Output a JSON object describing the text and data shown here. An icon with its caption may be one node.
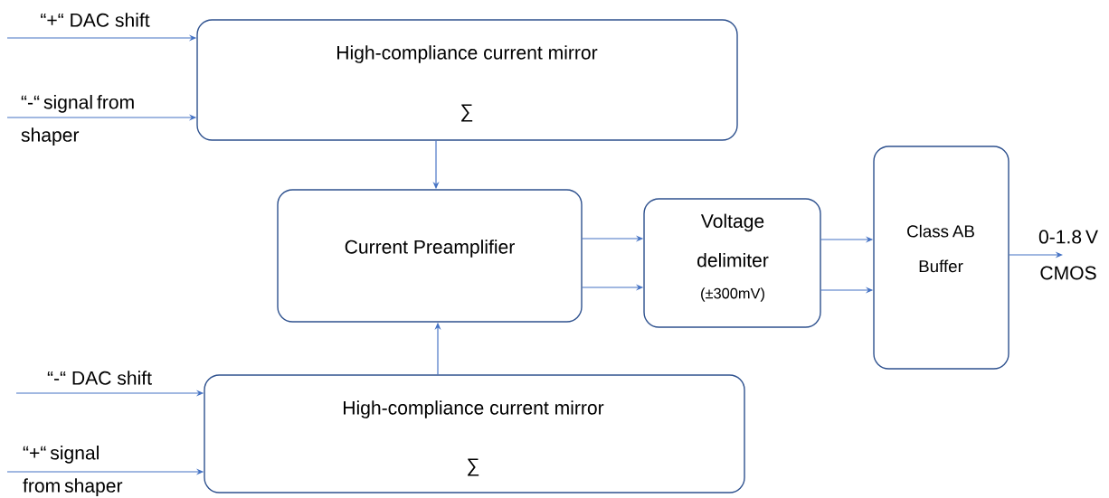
{
  "diagram": {
    "nodes": [
      {
        "text": [
          "High-compliance current mirror",
          "∑"
        ]
      },
      {
        "text": [
          "Current Preamplifier"
        ]
      },
      {
        "text": [
          "Voltage delimiter",
          "(±300mV)"
        ]
      },
      {
        "text": [
          "Class AB Buffer"
        ]
      },
      {
        "text": [
          "High-compliance current mirror",
          "∑"
        ]
      }
    ],
    "edges": [
      {
        "from": null,
        "to": 0,
        "arrow": "to",
        "label": "“+“ DAC shift"
      },
      {
        "from": null,
        "to": 0,
        "arrow": "to",
        "label": "“-“ signal from shaper"
      },
      {
        "from": 0,
        "to": 1,
        "arrow": "to"
      },
      {
        "from": 4,
        "to": 1,
        "arrow": "to"
      },
      {
        "from": 1,
        "to": 2,
        "arrow": "to"
      },
      {
        "from": 1,
        "to": 2,
        "arrow": "to"
      },
      {
        "from": 2,
        "to": 3,
        "arrow": "to"
      },
      {
        "from": 2,
        "to": 3,
        "arrow": "to"
      },
      {
        "from": null,
        "to": 4,
        "arrow": "to",
        "label": "“-“ DAC shift"
      },
      {
        "from": null,
        "to": 4,
        "arrow": "to",
        "label": "“+“ signal from shaper"
      },
      {
        "from": 3,
        "to": null,
        "arrow": "to",
        "label": "0-1.8 V CMOS"
      }
    ]
  }
}
